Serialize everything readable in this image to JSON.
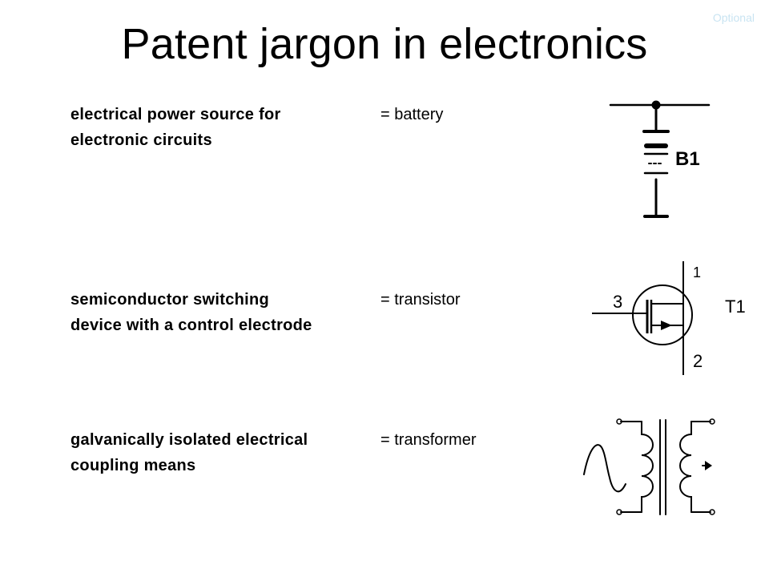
{
  "corner_tag": "Optional",
  "title": "Patent jargon in electronics",
  "rows": [
    {
      "term_line1": "electrical power source for",
      "term_line2": "electronic circuits",
      "equivalent": "= battery",
      "symbol_label": "B1"
    },
    {
      "term_line1": "semiconductor switching",
      "term_line2": "device with a control electrode",
      "equivalent": "= transistor",
      "symbol_label": "T1",
      "pin_labels": [
        "1",
        "3",
        "2"
      ]
    },
    {
      "term_line1": "galvanically isolated electrical",
      "term_line2": "coupling means",
      "equivalent": "= transformer"
    }
  ],
  "colors": {
    "text": "#000000",
    "corner_tag": "#c9e4f2",
    "background": "#ffffff"
  }
}
